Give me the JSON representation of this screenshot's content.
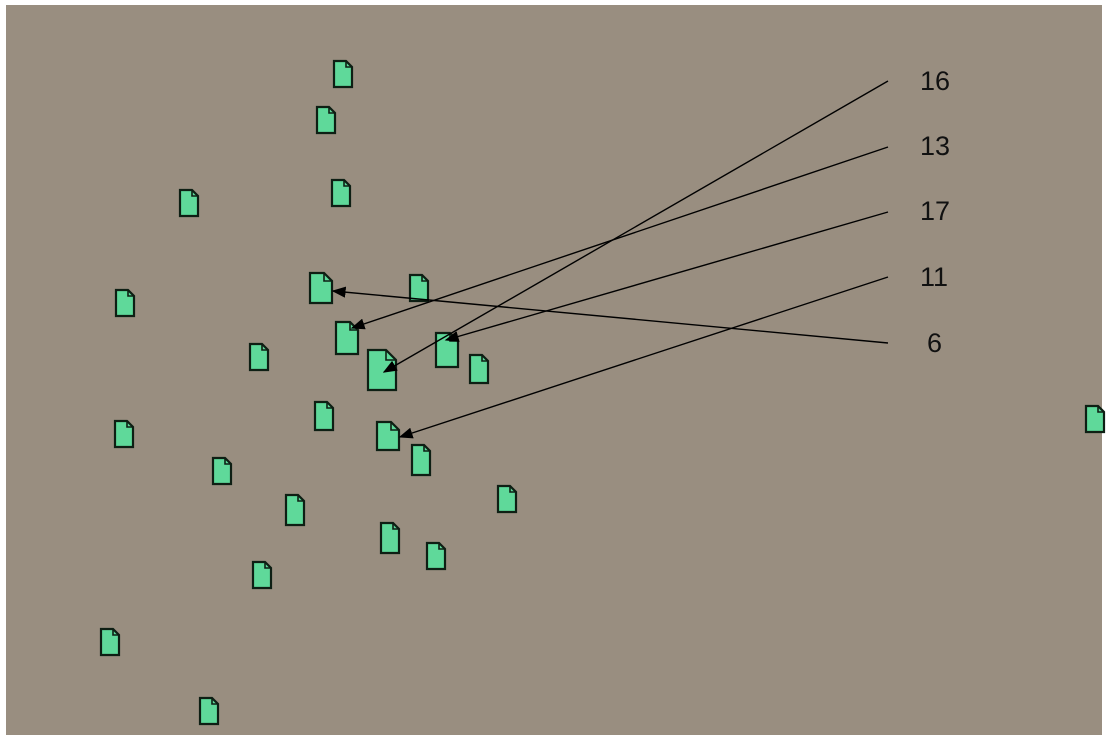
{
  "colors": {
    "background": "#998e80",
    "page_frame": "#ffffff",
    "icon_fill": "#5fd99a",
    "icon_stroke": "#0e1f14",
    "arrow": "#000000",
    "label_text": "#111111"
  },
  "icon": "document-icon",
  "callouts": [
    {
      "label": "16"
    },
    {
      "label": "13"
    },
    {
      "label": "17"
    },
    {
      "label": "11"
    },
    {
      "label": "6"
    }
  ]
}
